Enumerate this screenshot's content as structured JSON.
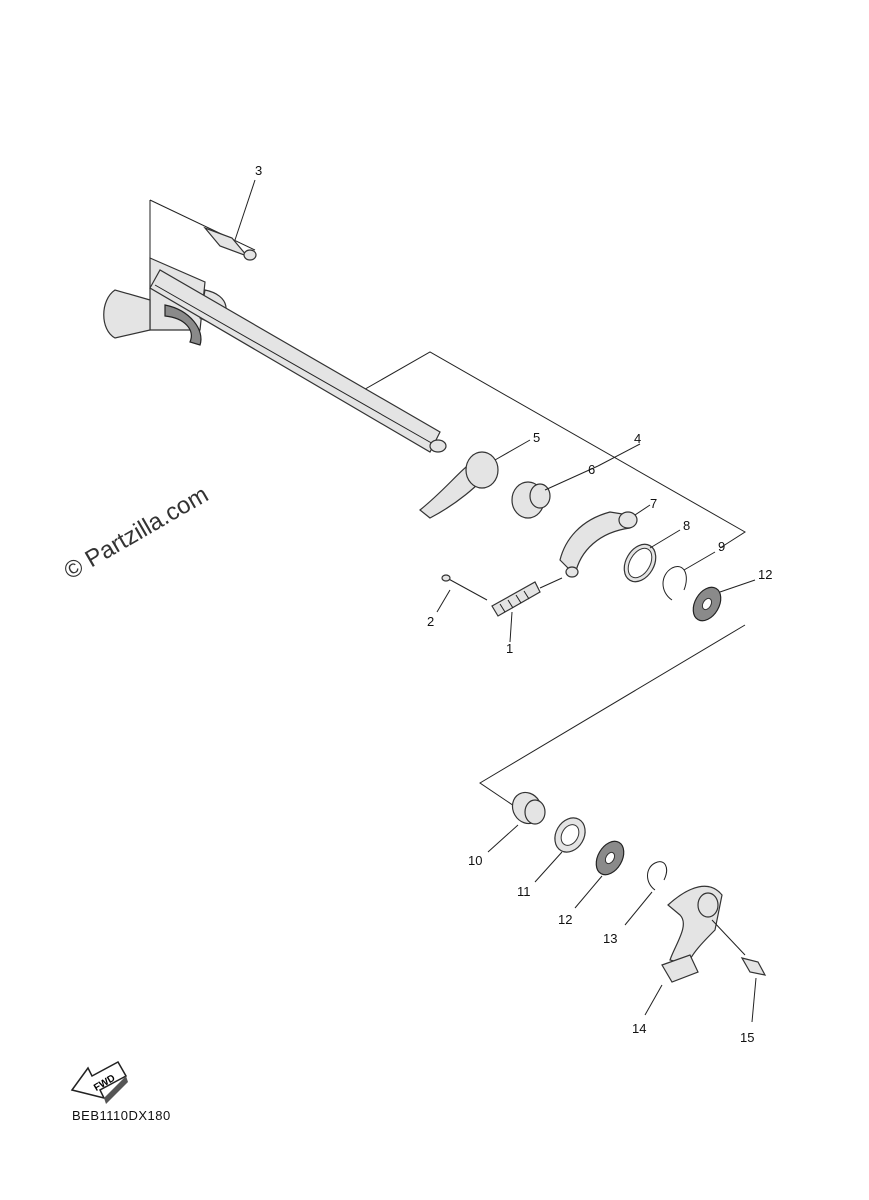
{
  "watermark": "© Partzilla.com",
  "diagram_code": "BEB1110DX180",
  "fwd_label": "FWD",
  "callouts": [
    "1",
    "2",
    "3",
    "4",
    "5",
    "6",
    "7",
    "8",
    "9",
    "10",
    "11",
    "12",
    "12",
    "13",
    "14",
    "15"
  ]
}
